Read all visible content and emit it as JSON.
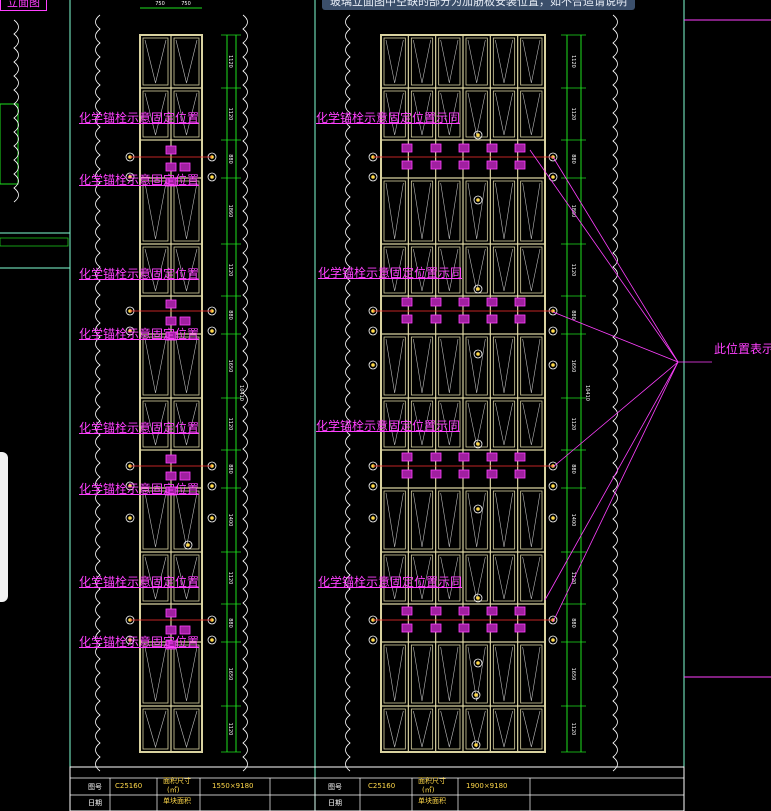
{
  "top_tooltip": "玻璃立面图中空缺的部分为加筋板安装位置，如不合适请说明",
  "corner_label": "立面图",
  "left_label": "化学锚栓示意固定位置",
  "right_label": "化学锚栓示意固定位置示同",
  "side_note": "此位置表示",
  "title_block": {
    "left": {
      "name_label": "图号",
      "code": "C25160",
      "size_label": "面积尺寸",
      "unit": "(㎡)",
      "size_value": "1550×9180",
      "area_label": "单块面积",
      "date_label": "日期"
    },
    "right": {
      "name_label": "图号",
      "code": "C25160",
      "size_label": "面积尺寸",
      "unit": "(㎡)",
      "size_value": "1900×9180",
      "area_label": "单块面积",
      "date_label": "日期"
    }
  },
  "dims": {
    "top_left": "750",
    "top_right": "750",
    "left_segments": [
      "1120",
      "1120",
      "880",
      "1860",
      "1120",
      "880",
      "1650",
      "1120",
      "880",
      "1400",
      "1120",
      "880",
      "1650",
      "1120"
    ],
    "left_total": "10410",
    "right_total": "10410"
  },
  "colors": {
    "frame": "#d9d2a0",
    "dim": "#1ee01e",
    "annot": "#ff40ff",
    "cloud": "#ffffff",
    "grid": "#7fffd4"
  }
}
